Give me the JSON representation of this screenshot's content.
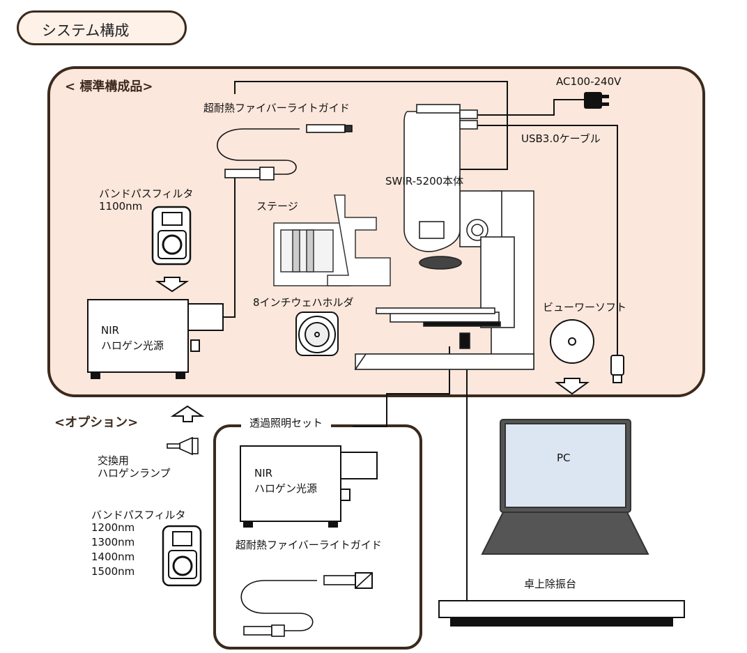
{
  "title": "システム構成",
  "standard": {
    "heading": "< 標準構成品>",
    "fiber_guide": "超耐熱ファイバーライトガイド",
    "filter_label": "バンドパスフィルタ",
    "filter_nm": "1100nm",
    "light_source_line1": "NIR",
    "light_source_line2": "ハロゲン光源",
    "stage": "ステージ",
    "wafer_holder": "8インチウェハホルダ",
    "main_unit": "SWIR-5200本体",
    "power": "AC100-240V",
    "usb": "USB3.0ケーブル",
    "viewer": "ビューワーソフト"
  },
  "option": {
    "heading": "<オプション>",
    "lamp_line1": "交換用",
    "lamp_line2": "ハロゲンランプ",
    "filter_label": "バンドパスフィルタ",
    "filter_nm": [
      "1200nm",
      "1300nm",
      "1400nm",
      "1500nm"
    ]
  },
  "transmit_set": {
    "heading": "透過照明セット",
    "light_source_line1": "NIR",
    "light_source_line2": "ハロゲン光源",
    "fiber_guide": "超耐熱ファイバーライトガイド"
  },
  "pc_label": "PC",
  "vibration_table": "卓上除振台",
  "colors": {
    "border": "#3b2a1d",
    "panel_fill": "#fbe7db",
    "screen": "#dce6f2"
  }
}
